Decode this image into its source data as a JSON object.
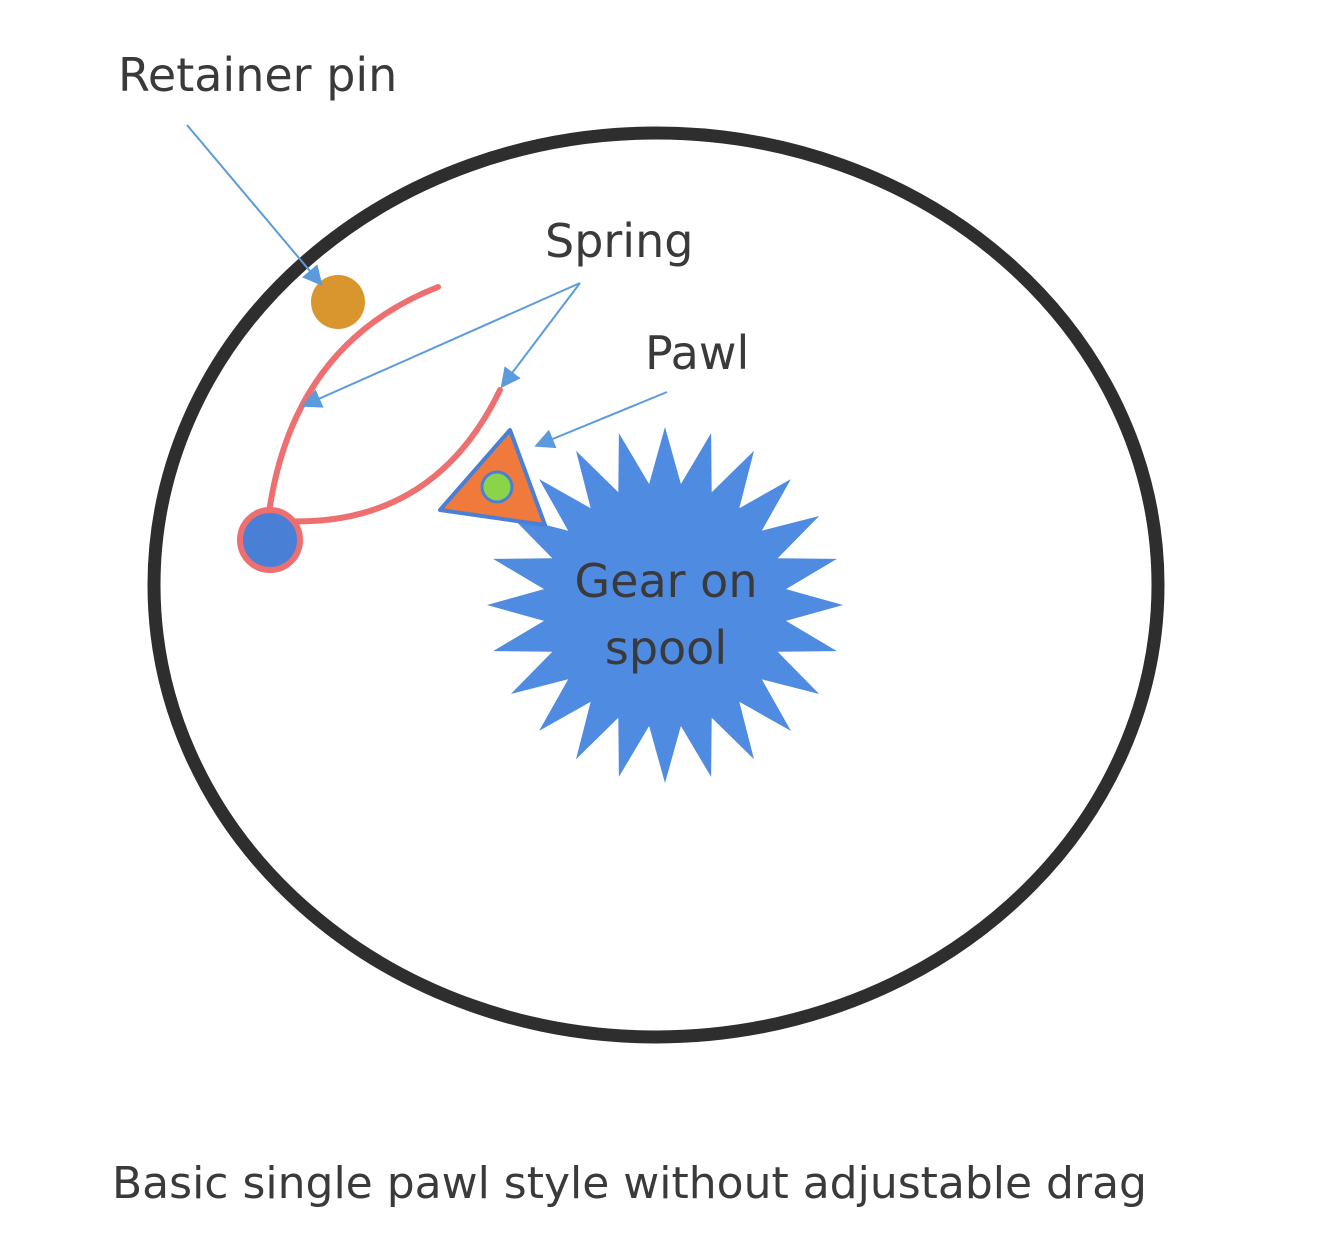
{
  "labels": {
    "retainer_pin": "Retainer pin",
    "spring": "Spring",
    "pawl": "Pawl",
    "gear": "Gear on spool"
  },
  "caption": "Basic single pawl style without adjustable drag",
  "colors": {
    "housing_outline": "#2e2e2e",
    "spring": "#ee6f6f",
    "retainer_pin": "#d9962f",
    "pivot": "#4a7fd6",
    "pawl_fill": "#f07a3c",
    "pawl_stroke": "#4a7fd6",
    "pawl_pin": "#8bd44a",
    "gear": "#4f8be0",
    "arrow": "#5b9bdd",
    "text": "#3a3a3a"
  }
}
